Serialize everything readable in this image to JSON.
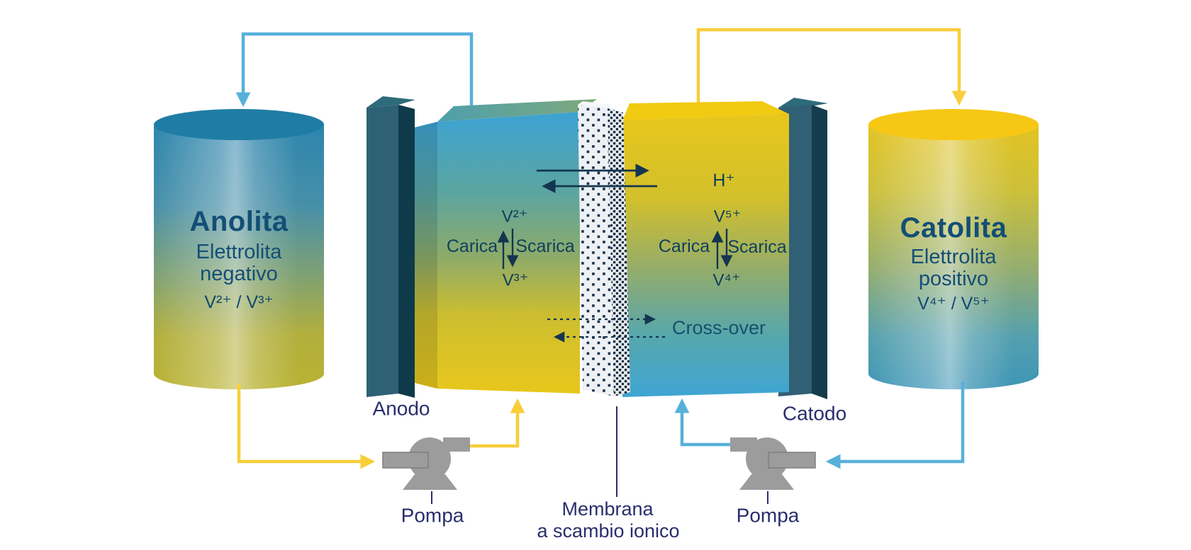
{
  "diagram": {
    "tanks": {
      "left": {
        "title": "Anolita",
        "subtitle_line1": "Elettrolita",
        "subtitle_line2": "negativo",
        "redox_couple": "V²⁺ / V³⁺"
      },
      "right": {
        "title": "Catolita",
        "subtitle_line1": "Elettrolita",
        "subtitle_line2": "positivo",
        "redox_couple": "V⁴⁺ / V⁵⁺"
      }
    },
    "cell": {
      "left_half": {
        "species_top": "V²⁺",
        "species_bottom": "V³⁺",
        "charge_label": "Carica",
        "discharge_label": "Scarica"
      },
      "right_half": {
        "proton_label": "H⁺",
        "species_top": "V⁵⁺",
        "species_bottom": "V⁴⁺",
        "charge_label": "Carica",
        "discharge_label": "Scarica"
      },
      "crossover_label": "Cross-over"
    },
    "labels": {
      "anode": "Anodo",
      "cathode": "Catodo",
      "pump_left": "Pompa",
      "pump_right": "Pompa",
      "membrane_line1": "Membrana",
      "membrane_line2": "a scambio ionico"
    },
    "colors": {
      "pipe_blue": "#57b0da",
      "pipe_yellow": "#f8ce3a",
      "arrow_navy": "#14354f",
      "text_navy": "#0f3f5c",
      "label_indigo": "#2a2e6c",
      "pump_gray": "#9c9c9c",
      "electrode_teal": "#2f6174",
      "tank_top_left": "#1f7da5",
      "tank_top_right": "#f6c815"
    }
  }
}
